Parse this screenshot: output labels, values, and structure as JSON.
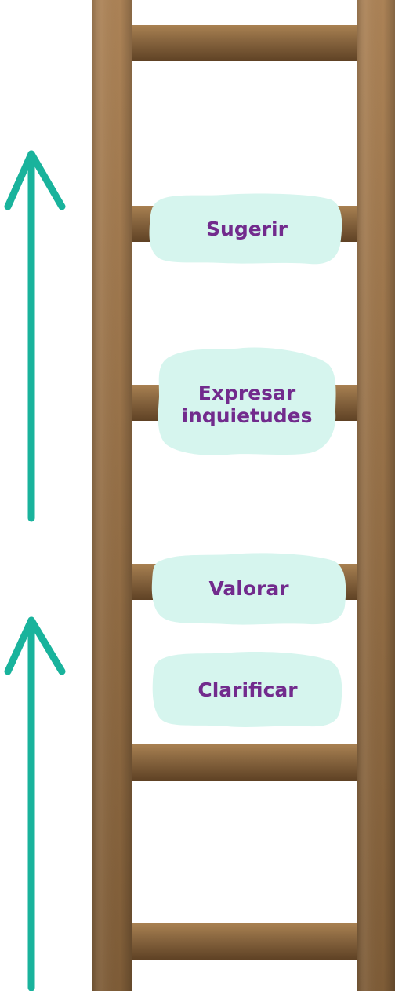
{
  "steps": [
    {
      "label": "Sugerir"
    },
    {
      "label": "Expresar inquietudes",
      "line1": "Expresar",
      "line2": "inquietudes"
    },
    {
      "label": "Valorar"
    },
    {
      "label": "Clarificar"
    }
  ],
  "colors": {
    "arrow": "#19b39c",
    "rail": "#8b6640",
    "rung": "#8d6a42",
    "cloud": "#d6f5ee",
    "text": "#722b8d"
  },
  "icons": [
    "up-arrow-icon",
    "ladder-graphic"
  ]
}
